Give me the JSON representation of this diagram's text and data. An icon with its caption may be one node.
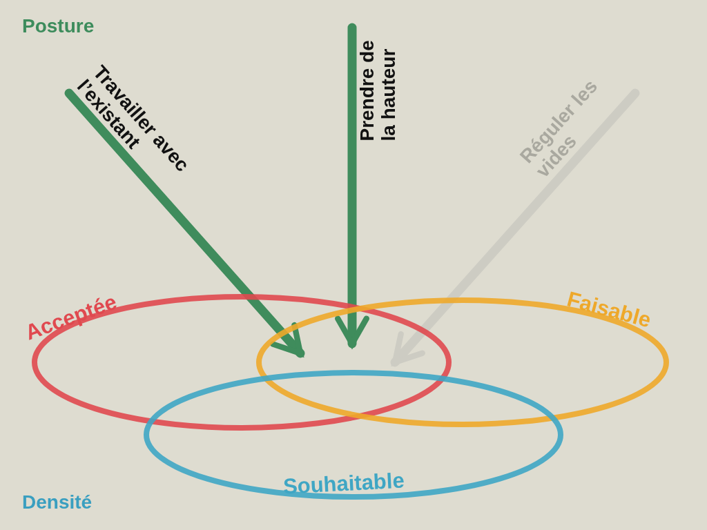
{
  "diagram": {
    "nodes": [
      {
        "text": [
          "Acceptée"
        ]
      },
      {
        "text": [
          "Faisable"
        ]
      },
      {
        "text": [
          "Souhaitable"
        ]
      },
      {
        "text": [
          "Travailler avec l’existant"
        ]
      },
      {
        "text": [
          "Prendre de la hauteur"
        ]
      },
      {
        "text": [
          "Réguler les vides"
        ]
      }
    ],
    "edges": [
      {
        "from": 3,
        "to": 0,
        "arrow": "to"
      },
      {
        "from": 3,
        "to": 1,
        "arrow": "to"
      },
      {
        "from": 4,
        "to": 0,
        "arrow": "to"
      },
      {
        "from": 4,
        "to": 1,
        "arrow": "to"
      },
      {
        "from": 5,
        "to": 0,
        "arrow": "to",
        "color": "#cdccc3"
      },
      {
        "from": 5,
        "to": 1,
        "arrow": "to",
        "color": "#cdccc3"
      }
    ],
    "labels": [
      "Posture",
      "Densité"
    ]
  }
}
